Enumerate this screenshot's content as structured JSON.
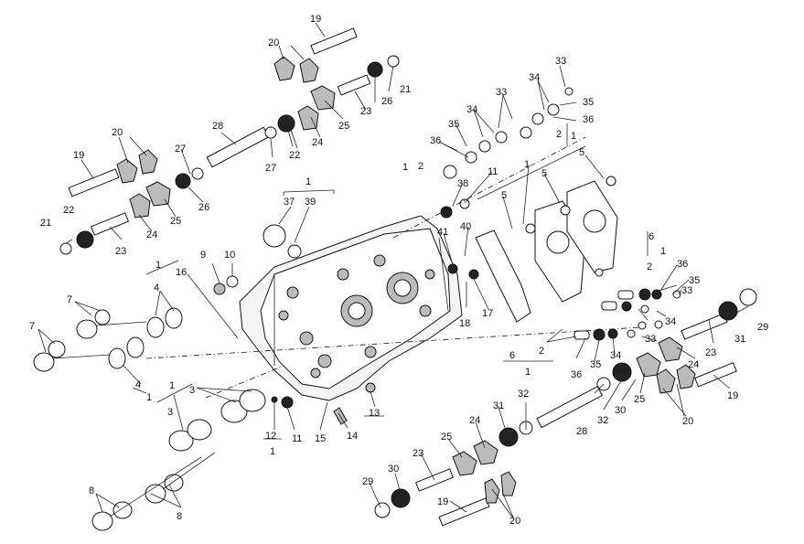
{
  "labels": {
    "l19a": "19",
    "l20a": "20",
    "l21a": "21",
    "l26a": "26",
    "l23a": "23",
    "l25a": "25",
    "l24a": "24",
    "l22a": "22",
    "l27a": "27",
    "l28a": "28",
    "l20b": "20",
    "l19b": "19",
    "l27b": "27",
    "l26b": "26",
    "l25b": "25",
    "l24b": "24",
    "l23b": "23",
    "l22b": "22",
    "l21b": "21",
    "l1a": "1",
    "l37": "37",
    "l39": "39",
    "l9": "9",
    "l10": "10",
    "l16": "16",
    "l1b": "1",
    "l4a": "4",
    "l7a": "7",
    "l7b": "7",
    "l4b": "4",
    "l1c": "1",
    "l1d": "1",
    "l3a": "3",
    "l3b": "3",
    "l8a": "8",
    "l8b": "8",
    "l12": "12",
    "l1e": "1",
    "l11a": "11",
    "l15": "15",
    "l14": "14",
    "l13": "13",
    "l33a": "33",
    "l34a": "34",
    "l33b": "33",
    "l35a": "35",
    "l34b": "34",
    "l36a": "36",
    "l35b": "35",
    "l36b": "36",
    "l2a": "2",
    "l1f": "1",
    "l2b": "2",
    "l1g": "1",
    "l11b": "11",
    "l38": "38",
    "l40": "40",
    "l41": "41",
    "l17": "17",
    "l18": "18",
    "l5a": "5",
    "l5b": "5",
    "l5c": "5",
    "l1h": "1",
    "l6a": "6",
    "l1i": "1",
    "l2c": "2",
    "l36c": "36",
    "l35c": "35",
    "l33c": "33",
    "l34c": "34",
    "l33d": "33",
    "l34d": "34",
    "l35d": "35",
    "l36d": "36",
    "l6b": "6",
    "l2d": "2",
    "l1j": "1",
    "l29a": "29",
    "l31a": "31",
    "l23c": "23",
    "l24c": "24",
    "l25c": "25",
    "l30a": "30",
    "l19c": "19",
    "l20c": "20",
    "l32a": "32",
    "l32b": "32",
    "l28b": "28",
    "l31b": "31",
    "l24d": "24",
    "l25d": "25",
    "l23d": "23",
    "l30b": "30",
    "l29b": "29",
    "l19d": "19",
    "l20d": "20"
  }
}
